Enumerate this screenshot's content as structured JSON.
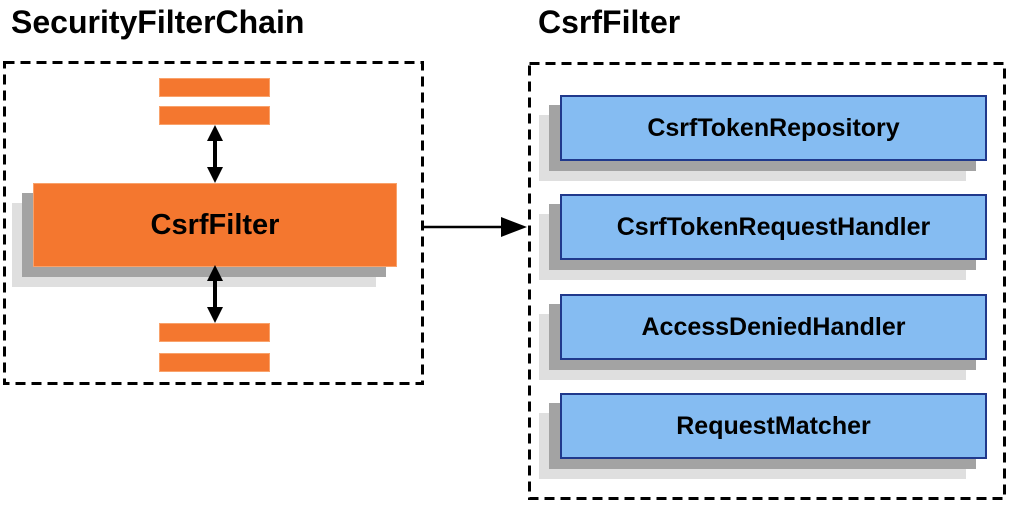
{
  "left": {
    "title": "SecurityFilterChain",
    "filter_label": "CsrfFilter"
  },
  "right": {
    "title": "CsrfFilter",
    "components": [
      "CsrfTokenRepository",
      "CsrfTokenRequestHandler",
      "AccessDeniedHandler",
      "RequestMatcher"
    ]
  },
  "colors": {
    "orange_fill": "#F4772F",
    "orange_border": "#F9A26B",
    "blue_fill": "#85BCF2",
    "blue_border": "#20398C",
    "shadow_dark": "#A3A3A3",
    "shadow_light": "#DFDFDF",
    "line": "#000000"
  }
}
